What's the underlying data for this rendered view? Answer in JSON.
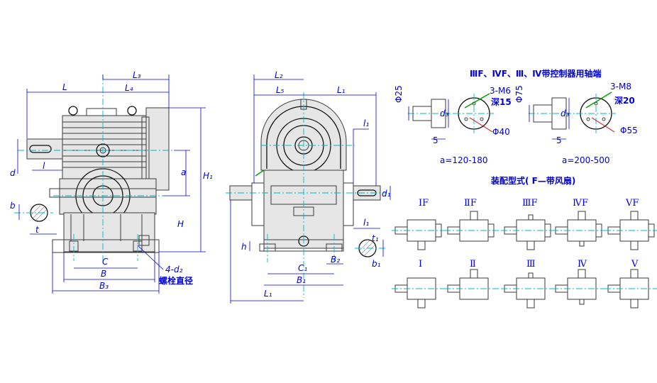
{
  "front_view": {
    "dims": {
      "L": "L",
      "L3": "L₃",
      "L4": "L₄",
      "H1": "H₁",
      "H": "H",
      "a": "a",
      "d": "d",
      "l": "l",
      "b": "b",
      "t": "t",
      "C": "C",
      "B": "B",
      "B3": "B₃",
      "d2": "4-d₂"
    },
    "bolt_note": "螺栓直径"
  },
  "side_view": {
    "dims": {
      "L2": "L₂",
      "L5": "L₅",
      "L1_top": "L₁",
      "L1_bottom": "L₁",
      "l1_top": "l₁",
      "l1_side": "l₁",
      "d1": "d₁",
      "h": "h",
      "C1": "C₁",
      "B1": "B₁",
      "B2": "B₂",
      "b1": "b₁",
      "t1": "t₁"
    }
  },
  "controller_shaft": {
    "title": "ⅢF、ⅣF、Ⅲ、Ⅳ带控制器用轴端",
    "small": {
      "shaft_dia": "Φ25",
      "d3": "d₃",
      "len": "5",
      "thread": "3-M6",
      "depth": "深15",
      "pcd": "Φ40",
      "range": "a=120-180"
    },
    "large": {
      "shaft_dia": "Φ75",
      "d3": "d₃",
      "len": "5",
      "thread": "3-M8",
      "depth": "深20",
      "pcd": "Φ55",
      "range": "a=200-500"
    }
  },
  "assembly": {
    "title": "装配型式( F—带风扇)",
    "row1": [
      "ⅠF",
      "ⅡF",
      "ⅢF",
      "ⅣF",
      "ⅤF"
    ],
    "row2": [
      "Ⅰ",
      "Ⅱ",
      "Ⅲ",
      "Ⅳ",
      "Ⅴ"
    ]
  }
}
